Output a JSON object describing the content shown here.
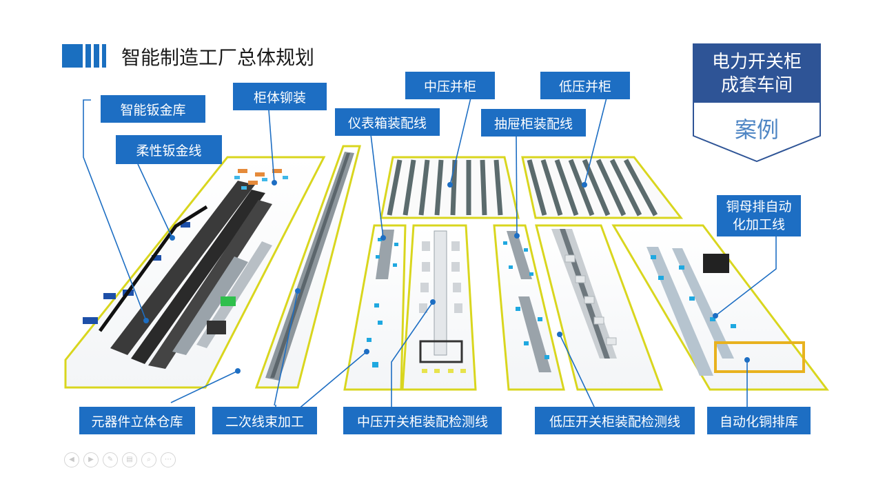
{
  "page": {
    "title": "智能制造工厂总体规划"
  },
  "case_card": {
    "heading": "电力开关柜\n成套车间",
    "footer": "案例"
  },
  "labels": {
    "smart_sheet_metal_storage": "智能钣金库",
    "flexible_sheet_metal_line": "柔性钣金线",
    "cabinet_riveting": "柜体铆装",
    "instrument_box_line": "仪表箱装配线",
    "mv_parallel_cabinet": "中压并柜",
    "lv_parallel_cabinet": "低压并柜",
    "drawer_cabinet_line": "抽屉柜装配线",
    "copper_busbar_auto_line": "铜母排自动化加工线",
    "component_warehouse": "元器件立体仓库",
    "secondary_harness": "二次线束加工",
    "mv_switchgear_test_line": "中压开关柜装配检测线",
    "lv_switchgear_test_line": "低压开关柜装配检测线",
    "auto_copper_busbar_storage": "自动化铜排库"
  },
  "nav_icons": [
    "prev-icon",
    "next-icon",
    "pen-icon",
    "note-icon",
    "zoom-icon",
    "more-icon"
  ],
  "colors": {
    "accent_blue": "#1d6ec3",
    "card_blue": "#2e5496",
    "zone_outline": "#d9d61e",
    "leader_line": "#1d6ec3"
  }
}
